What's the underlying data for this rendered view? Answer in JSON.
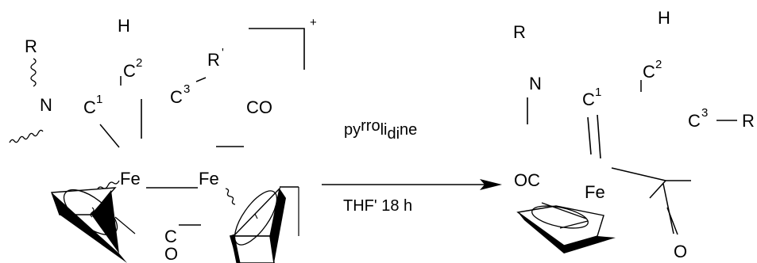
{
  "reactant": {
    "labels": {
      "R": "R",
      "H": "H",
      "N": "N",
      "C1": "C",
      "C1_sup": "1",
      "C2": "C",
      "C2_sup": "2",
      "C3": "C",
      "C3_sup": "3",
      "R_prime": "R",
      "R_prime_mark": "'",
      "CO": "CO",
      "Fe_left": "Fe",
      "Fe_right": "Fe",
      "bridge_C": "C",
      "bridge_O": "O",
      "charge": "+"
    }
  },
  "arrow": {
    "reagent_parts": [
      "py",
      "rro",
      "li",
      "di",
      "ne"
    ],
    "conditions": "THF' 18 h"
  },
  "product": {
    "labels": {
      "R_top": "R",
      "H": "H",
      "N": "N",
      "C1": "C",
      "C1_sup": "1",
      "C2": "C",
      "C2_sup": "2",
      "C3": "C",
      "C3_sup": "3",
      "R_right": "R",
      "OC": "OC",
      "Fe": "Fe",
      "O": "O"
    }
  }
}
